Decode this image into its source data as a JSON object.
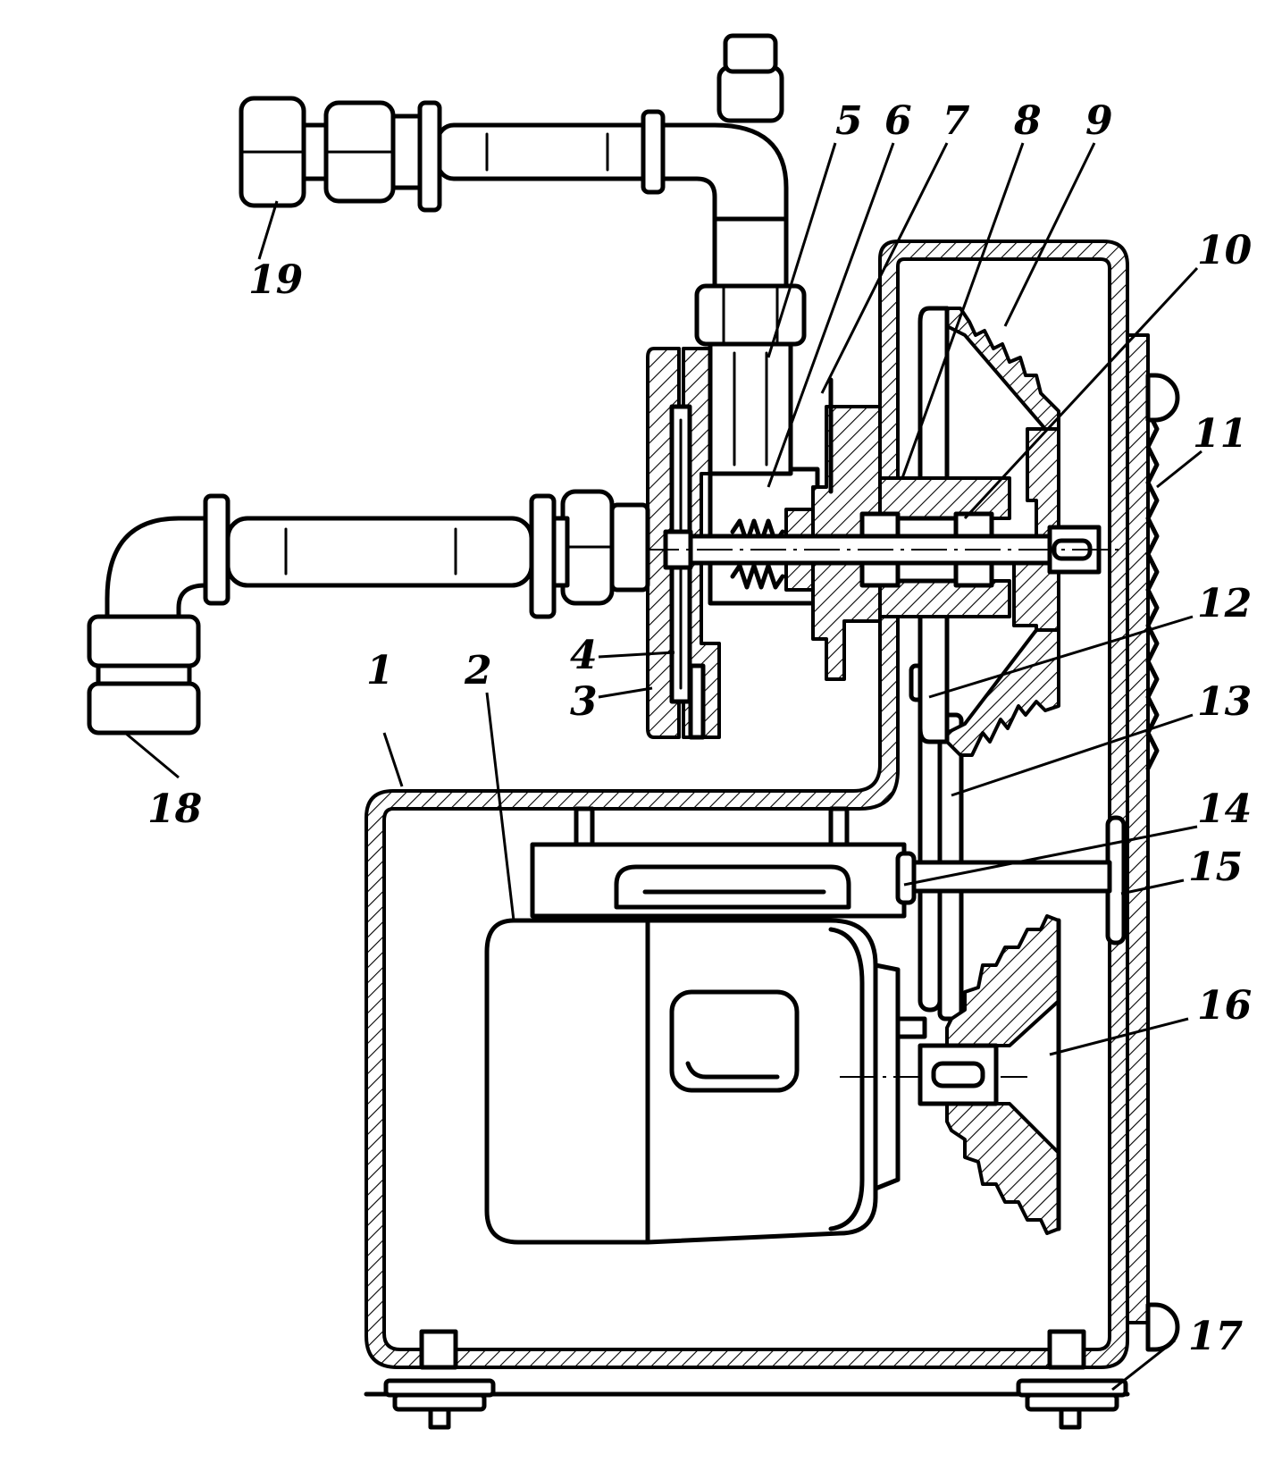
{
  "diagram": {
    "labels": [
      {
        "id": "1",
        "text": "1"
      },
      {
        "id": "2",
        "text": "2"
      },
      {
        "id": "3",
        "text": "3"
      },
      {
        "id": "4",
        "text": "4"
      },
      {
        "id": "5",
        "text": "5"
      },
      {
        "id": "6",
        "text": "6"
      },
      {
        "id": "7",
        "text": "7"
      },
      {
        "id": "8",
        "text": "8"
      },
      {
        "id": "9",
        "text": "9"
      },
      {
        "id": "10",
        "text": "10"
      },
      {
        "id": "11",
        "text": "11"
      },
      {
        "id": "12",
        "text": "12"
      },
      {
        "id": "13",
        "text": "13"
      },
      {
        "id": "14",
        "text": "14"
      },
      {
        "id": "15",
        "text": "15"
      },
      {
        "id": "16",
        "text": "16"
      },
      {
        "id": "17",
        "text": "17"
      },
      {
        "id": "18",
        "text": "18"
      },
      {
        "id": "19",
        "text": "19"
      }
    ]
  }
}
